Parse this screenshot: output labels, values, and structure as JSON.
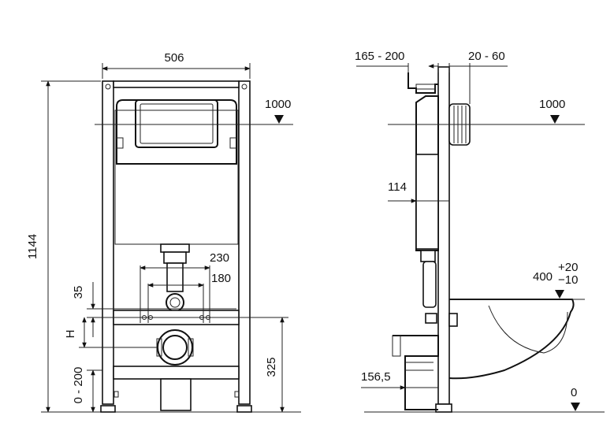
{
  "front_view": {
    "width_label": "506",
    "height_label": "1144",
    "flush_height_label": "1000",
    "outer_label": "230",
    "inner_label": "180",
    "offset_label": "35",
    "h_label": "H",
    "outlet_label": "325",
    "floor_range_label": "0 - 200"
  },
  "side_view": {
    "depth_range_label": "165 - 200",
    "wall_range_label": "20 - 60",
    "flush_height_label": "1000",
    "cistern_label": "114",
    "bowl_height_label": "400",
    "tol_plus_label": "+20",
    "tol_minus_label": "−10",
    "pipe_label": "156,5",
    "floor_label": "0"
  }
}
